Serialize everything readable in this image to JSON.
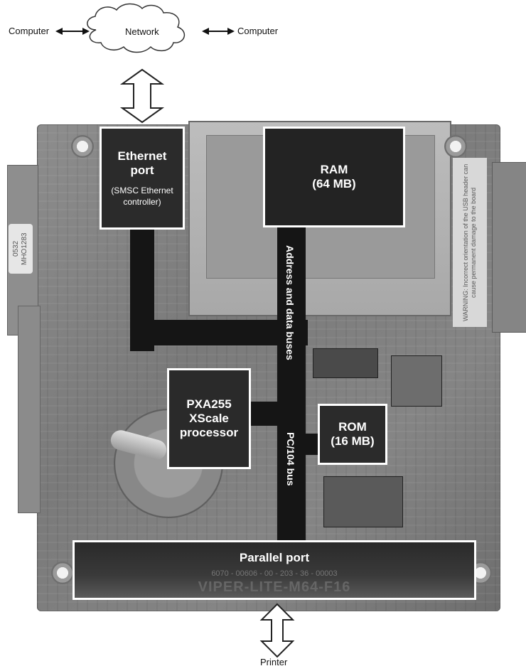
{
  "top": {
    "computer_left": "Computer",
    "network": "Network",
    "computer_right": "Computer"
  },
  "components": {
    "ethernet": {
      "title_line1": "Ethernet",
      "title_line2": "port",
      "subtitle_line1": "(SMSC Ethernet",
      "subtitle_line2": "controller)"
    },
    "ram": {
      "line1": "RAM",
      "line2": "(64 MB)"
    },
    "processor": {
      "line1": "PXA255",
      "line2": "XScale",
      "line3": "processor"
    },
    "rom": {
      "line1": "ROM",
      "line2": "(16 MB)"
    },
    "parallel": {
      "label": "Parallel port"
    }
  },
  "buses": {
    "address_data": "Address and data buses",
    "pc104": "PC/104 bus"
  },
  "bottom": {
    "printer": "Printer"
  },
  "board_markings": {
    "sticker": "0532 MHO1283",
    "warning": "WARNING: Incorrect orientation of the USB header can cause permanent damage to the board",
    "serial": "6070 - 00606 - 00 - 203 - 36 - 00003",
    "model": "VIPER-LITE-M64-F16"
  },
  "colors": {
    "block_fill": "#2a2a2a",
    "block_border": "#ffffff",
    "bus_fill": "#151515",
    "board": "#808080"
  }
}
